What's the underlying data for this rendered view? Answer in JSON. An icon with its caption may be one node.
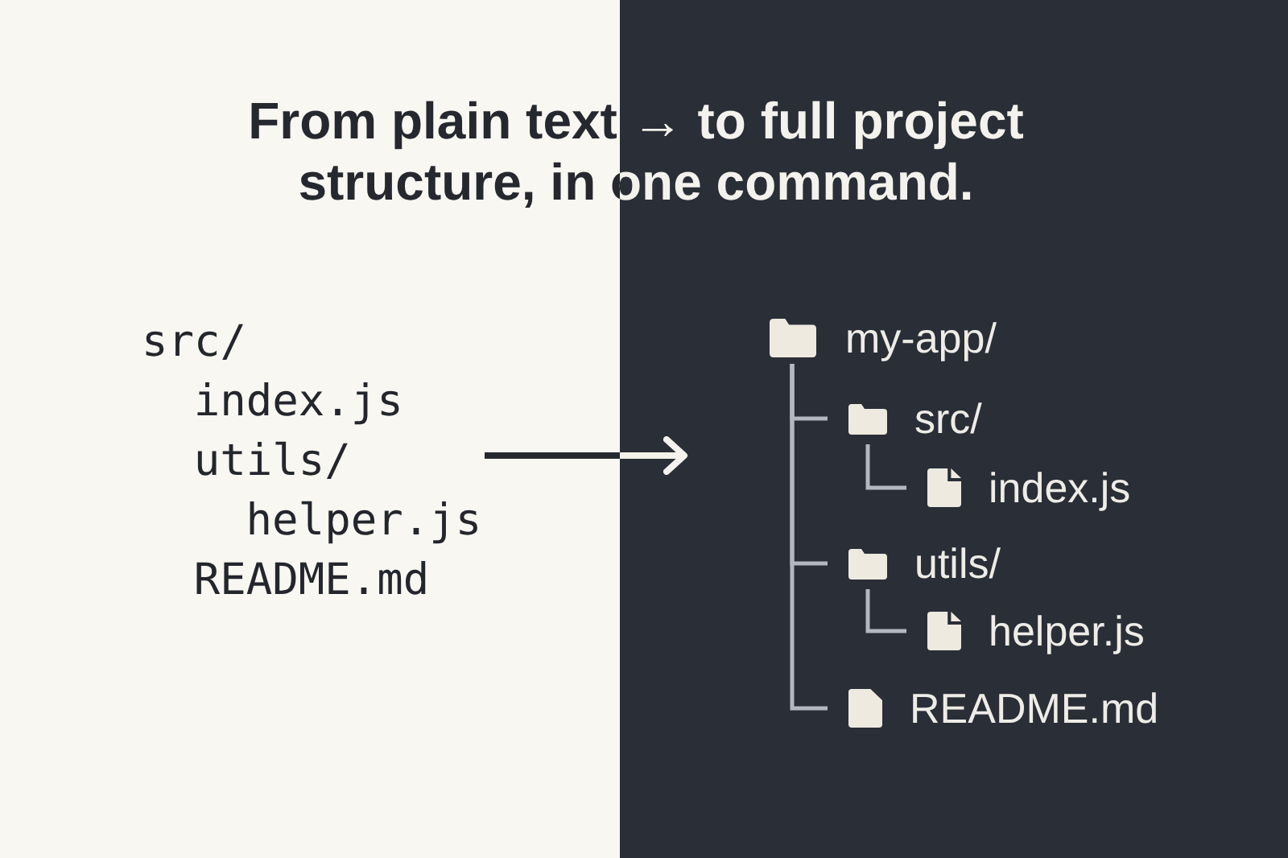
{
  "diagram": {
    "title": "From plain text → to full project structure, in one command.",
    "nodes": [
      {
        "text": [
          "src/",
          "index.js",
          "utils/",
          "helper.js",
          "README.md"
        ]
      },
      {
        "text": [
          "my-app/"
        ]
      },
      {
        "text": [
          "src/"
        ]
      },
      {
        "text": [
          "index.js"
        ]
      },
      {
        "text": [
          "utils/"
        ]
      },
      {
        "text": [
          "helper.js"
        ]
      },
      {
        "text": [
          "README.md"
        ]
      }
    ],
    "edges": [
      {
        "from": 0,
        "to": null,
        "arrow": "to",
        "style": "thick"
      },
      {
        "from": 1,
        "to": 2,
        "arrow": "none"
      },
      {
        "from": 2,
        "to": 3,
        "arrow": "none"
      },
      {
        "from": 1,
        "to": 4,
        "arrow": "none"
      },
      {
        "from": 4,
        "to": 5,
        "arrow": "none"
      },
      {
        "from": 1,
        "to": 6,
        "arrow": "none"
      }
    ]
  }
}
